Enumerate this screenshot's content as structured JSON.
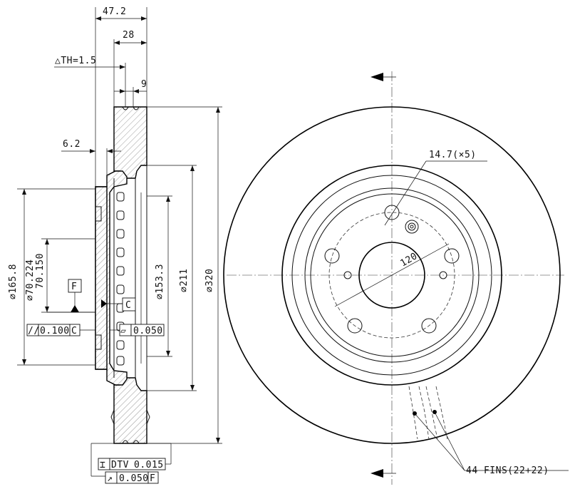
{
  "dimensions": {
    "overall_thickness": "47.2",
    "disc_thickness": "28",
    "min_thickness": "△TH=1.5",
    "vane_gap": "9",
    "hat_offset": "6.2",
    "outer_diameter": "⌀320",
    "hat_diameter": "⌀211",
    "inner_ring_diameter": "⌀153.3",
    "pilot_diameter": "⌀165.8",
    "bore_diameter_max": "⌀70.224",
    "bore_diameter_min": "70.150",
    "bolt_circle": "120",
    "bolt_holes": "14.7(×5)",
    "fins": "44 FINS(22+22)"
  },
  "tolerances": {
    "datum_f": "F",
    "datum_c": "C",
    "parallelism": {
      "symbol": "//",
      "value": "0.100",
      "datum": "C"
    },
    "flatness": {
      "symbol": "▱",
      "value": "0.050"
    },
    "dtv": {
      "symbol": "⌶",
      "label": "DTV",
      "value": "0.015"
    },
    "runout": {
      "symbol": "↗",
      "value": "0.050",
      "datum": "F"
    }
  }
}
